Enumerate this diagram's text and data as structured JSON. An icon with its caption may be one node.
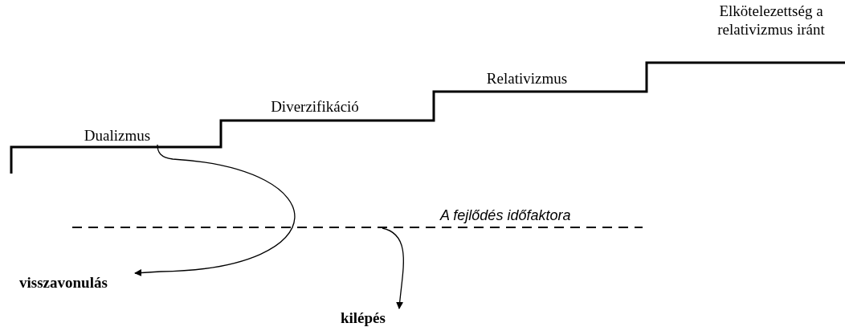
{
  "diagram": {
    "nodes": [
      {
        "text": [
          "Dualizmus"
        ]
      },
      {
        "text": [
          "Diverzifikáció"
        ]
      },
      {
        "text": [
          "Relativizmus"
        ]
      },
      {
        "text": [
          "Elkötelezettség a relativizmus iránt"
        ]
      },
      {
        "text": [
          "visszavonulás"
        ]
      },
      {
        "text": [
          "kilépés"
        ]
      }
    ],
    "edges": [
      {
        "from": 0,
        "to": 4,
        "arrow": "to"
      },
      {
        "from": null,
        "to": 5,
        "arrow": "to"
      }
    ],
    "labels": [
      "A fejlődés időfaktora"
    ]
  }
}
